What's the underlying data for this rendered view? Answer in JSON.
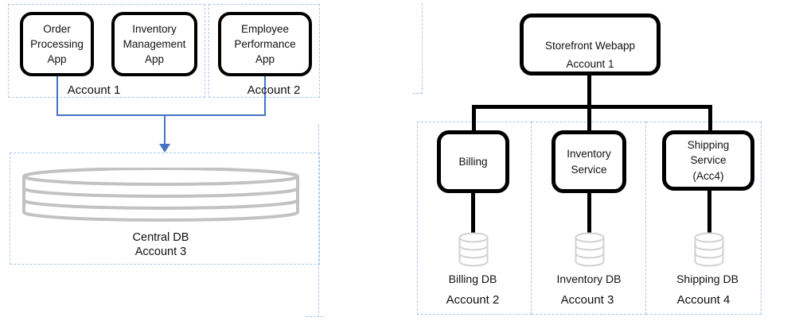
{
  "colors": {
    "background": "#ffffff",
    "node_border": "#000000",
    "connector_black": "#000000",
    "connector_blue": "#4472c4",
    "boundary_dash_blue": "#a9c6ea",
    "cylinder_gray_large": "#c2c2c2",
    "cylinder_gray_small": "#d2d2d2",
    "text": "#111111"
  },
  "icons": {
    "central_db": "database-cylinder-icon",
    "service_dbs": "database-cylinder-icon",
    "connector_arrow": "down-arrow-icon"
  },
  "left": {
    "account1_label": "Account 1",
    "account2_label": "Account 2",
    "apps": [
      {
        "label": "Order\nProcessing\nApp"
      },
      {
        "label": "Inventory\nManagement\nApp"
      },
      {
        "label": "Employee\nPerformance\nApp"
      }
    ],
    "central_db": {
      "name": "Central DB",
      "account": "Account 3"
    }
  },
  "right": {
    "storefront": {
      "name": "Storefront Webapp",
      "account": "Account 1"
    },
    "services": [
      {
        "label": "Billing"
      },
      {
        "label": "Inventory\nService"
      },
      {
        "label": "Shipping\nService\n(Acc4)"
      }
    ],
    "databases": [
      {
        "name": "Billing DB",
        "account": "Account 2"
      },
      {
        "name": "Inventory DB",
        "account": "Account 3"
      },
      {
        "name": "Shipping DB",
        "account": "Account 4"
      }
    ]
  }
}
